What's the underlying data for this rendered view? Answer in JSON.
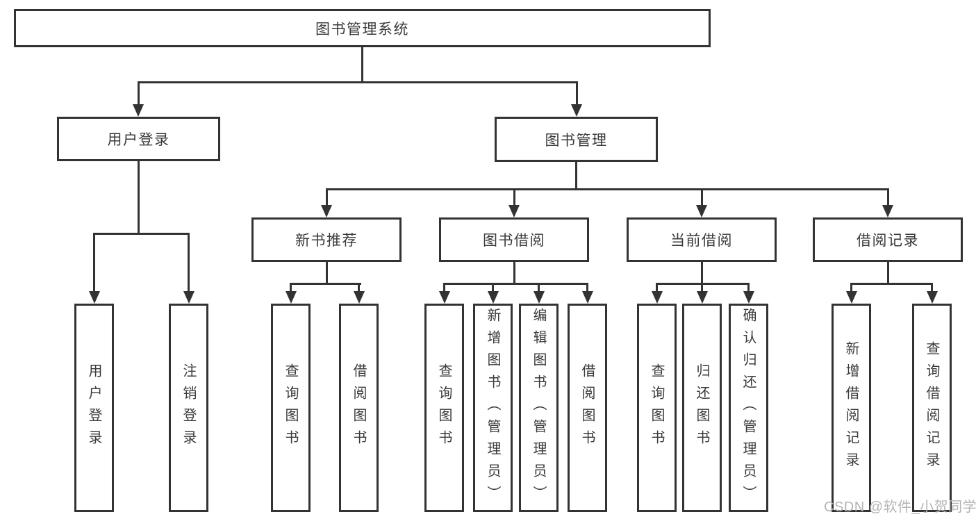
{
  "tree": {
    "label": "图书管理系统",
    "children": [
      {
        "label": "用户登录",
        "children": [
          {
            "label": "用户登录"
          },
          {
            "label": "注销登录"
          }
        ]
      },
      {
        "label": "图书管理",
        "children": [
          {
            "label": "新书推荐",
            "children": [
              {
                "label": "查询图书"
              },
              {
                "label": "借阅图书"
              }
            ]
          },
          {
            "label": "图书借阅",
            "children": [
              {
                "label": "查询图书"
              },
              {
                "label": "新增图书（管理员）"
              },
              {
                "label": "编辑图书（管理员）"
              },
              {
                "label": "借阅图书"
              }
            ]
          },
          {
            "label": "当前借阅",
            "children": [
              {
                "label": "查询图书"
              },
              {
                "label": "归还图书"
              },
              {
                "label": "确认归还（管理员）"
              }
            ]
          },
          {
            "label": "借阅记录",
            "children": [
              {
                "label": "新增借阅记录"
              },
              {
                "label": "查询借阅记录"
              }
            ]
          }
        ]
      }
    ]
  },
  "watermark": "CSDN @软件_小贺同学",
  "colors": {
    "line": "#333333",
    "text": "#3a3a3a",
    "watermark": "#b6b3b3",
    "background": "#ffffff"
  }
}
